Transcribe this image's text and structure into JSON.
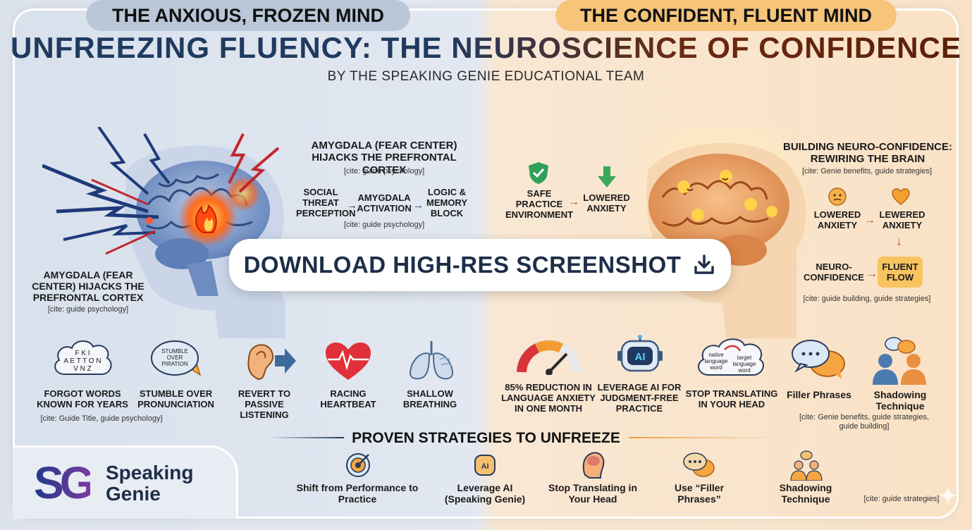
{
  "header": {
    "title": "UNFREEZING FLUENCY: THE NEUROSCIENCE OF CONFIDENCE",
    "subtitle": "BY THE SPEAKING GENIE EDUCATIONAL TEAM"
  },
  "left": {
    "heading": "THE ANXIOUS, FROZEN MIND",
    "hijack_title": "AMYGDALA (FEAR CENTER) HIJACKS THE PREFRONTAL CORTEX",
    "hijack_cite": "[cite: guide psychology]",
    "flow": [
      "SOCIAL THREAT PERCEPTION",
      "AMYGDALA ACTIVATION",
      "LOGIC & MEMORY BLOCK"
    ],
    "flow_cite": "[cite: guide psychology]",
    "side_title": "AMYGDALA (FEAR CENTER) HIJACKS THE PREFRONTAL CORTEX",
    "side_cite": "[cite: guide psychology]",
    "symptoms": [
      {
        "label": "FORGOT WORDS KNOWN FOR YEARS",
        "icon": "scrambled-letters-cloud-icon"
      },
      {
        "label": "STUMBLE OVER PRONUNCIATION",
        "icon": "speech-bubble-icon"
      },
      {
        "label": "REVERT TO PASSIVE LISTENING",
        "icon": "ear-icon"
      },
      {
        "label": "RACING HEARTBEAT",
        "icon": "heart-icon"
      },
      {
        "label": "SHALLOW BREATHING",
        "icon": "lungs-icon"
      }
    ],
    "symptoms_cite": "[cite: Guide Title, guide psychology]",
    "cloud_letters": "F K I\nA E T T O N\nV N Z",
    "stumble_text": "STUMBLE\nOVER\nPIRATION"
  },
  "right": {
    "heading": "THE CONFIDENT, FLUENT MIND",
    "safe_label": "SAFE PRACTICE ENVIRONMENT",
    "lowered_label": "LOWERED ANXIETY",
    "build_title": "BUILDING NEURO-CONFIDENCE: REWIRING THE BRAIN",
    "build_cite": "[cite: Genie benefits, guide strategies]",
    "build_flow": [
      "LOWERED ANXIETY",
      "LEWERED ANXIETY",
      "NEURO-CONFIDENCE",
      "FLUENT FLOW"
    ],
    "build_flow_cite": "[cite: guide building, guide strategies]",
    "benefits": [
      {
        "label": "85% REDUCTION IN LANGUAGE ANXIETY IN ONE MONTH",
        "icon": "gauge-icon"
      },
      {
        "label": "LEVERAGE AI FOR JUDGMENT-FREE PRACTICE",
        "icon": "robot-icon"
      },
      {
        "label": "STOP TRANSLATING IN YOUR HEAD",
        "icon": "translate-cloud-icon"
      },
      {
        "label": "Filler Phrases",
        "icon": "chat-bubbles-icon"
      },
      {
        "label": "Shadowing Technique",
        "icon": "people-icon"
      }
    ],
    "benefits_cite": "[cite: Genie benefits, guide strategies, guide building]",
    "translate_native": "native language word",
    "translate_target": "target language word",
    "robot_text": "AI"
  },
  "download": {
    "label": "DOWNLOAD HIGH-RES SCREENSHOT"
  },
  "strategies": {
    "title": "PROVEN STRATEGIES TO UNFREEZE",
    "items": [
      {
        "label": "Shift from Performance to Practice",
        "icon": "target-icon"
      },
      {
        "label": "Leverage AI (Speaking Genie)",
        "icon": "robot-icon"
      },
      {
        "label": "Stop Translating in Your Head",
        "icon": "head-brain-icon"
      },
      {
        "label": "Use “Filler Phrases”",
        "icon": "chat-bubbles-icon"
      },
      {
        "label": "Shadowing Technique",
        "icon": "people-icon"
      }
    ],
    "cite": "[cite: guide strategies]"
  },
  "logo": {
    "mark": "SG",
    "line1": "Speaking",
    "line2": "Genie"
  },
  "colors": {
    "navy": "#1f3a5f",
    "orange": "#f6c57a",
    "red": "#d8343a",
    "purple": "#5b3a8e"
  }
}
